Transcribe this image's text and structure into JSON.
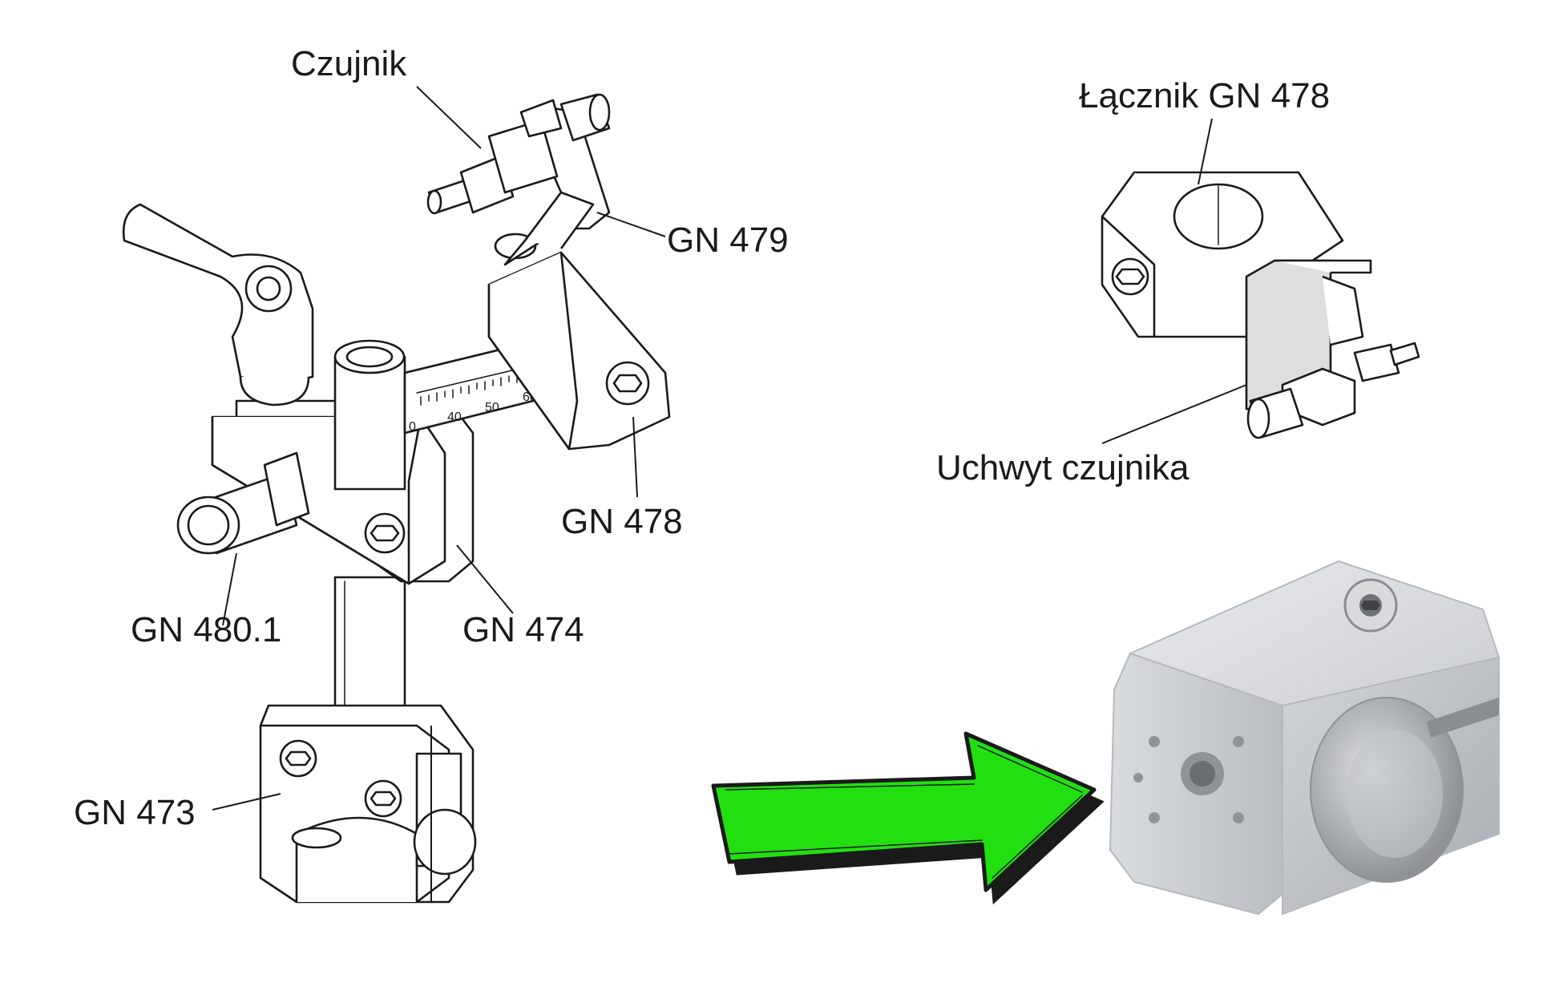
{
  "labels": {
    "sensor": "Czujnik",
    "gn479": "GN 479",
    "gn478": "GN 478",
    "gn480": "GN 480.1",
    "gn474": "GN 474",
    "gn473": "GN 473",
    "connector": "Łącznik  GN 478",
    "sensor_holder": "Uchwyt czujnika"
  },
  "scale_ticks": [
    "0",
    "40",
    "50",
    "60"
  ],
  "arrow_color": "#22e010",
  "icons": [
    "hex-socket-screw-icon",
    "green-arrow-icon"
  ]
}
